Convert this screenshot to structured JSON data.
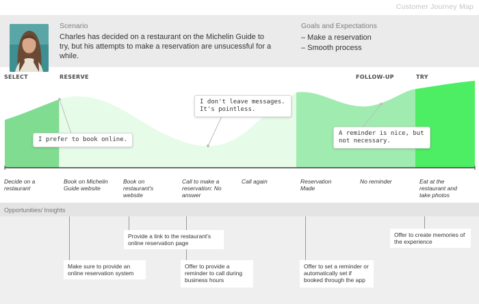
{
  "title": "Customer Journey Map",
  "scenario": {
    "heading": "Scenario",
    "text": "Charles has decided on a restaurant on the Michelin Guide to try, but his attempts to make a reservation are unsucessful for a while."
  },
  "goals": {
    "heading": "Goals and Expectations",
    "items": [
      "– Make a reservation",
      "– Smooth process"
    ]
  },
  "stages": [
    "SELECT",
    "RESERVE",
    "FOLLOW-UP",
    "TRY"
  ],
  "quotes": [
    "I prefer to book online.",
    "I don't leave messages. It's pointless.",
    "A reminder is nice, but not necessary."
  ],
  "actions": [
    "Decide on a restaurant",
    "Book on Michelin Guide website",
    "Book on restaurant's website",
    "Call to make a reservation: No answer",
    "Call again",
    "Reservation Made",
    "No reminder",
    "Eat at the restaurant and take photos"
  ],
  "insights": {
    "label": "Opportunities/ Insights",
    "notes": [
      "Make sure to provide an online reservation system",
      "Provide a link to the restaurant's online reservation page",
      "Offer to provide a reminder to call during business hours",
      "Offer to set a reminder or automatically set if booked through the app",
      "Offer to create memories of the experience"
    ]
  },
  "colors": {
    "select": "#7fdc91",
    "reserve": "#e6fbe8",
    "followup": "#a0ebb0",
    "try": "#4ded64",
    "line": "#3f3f3f"
  }
}
